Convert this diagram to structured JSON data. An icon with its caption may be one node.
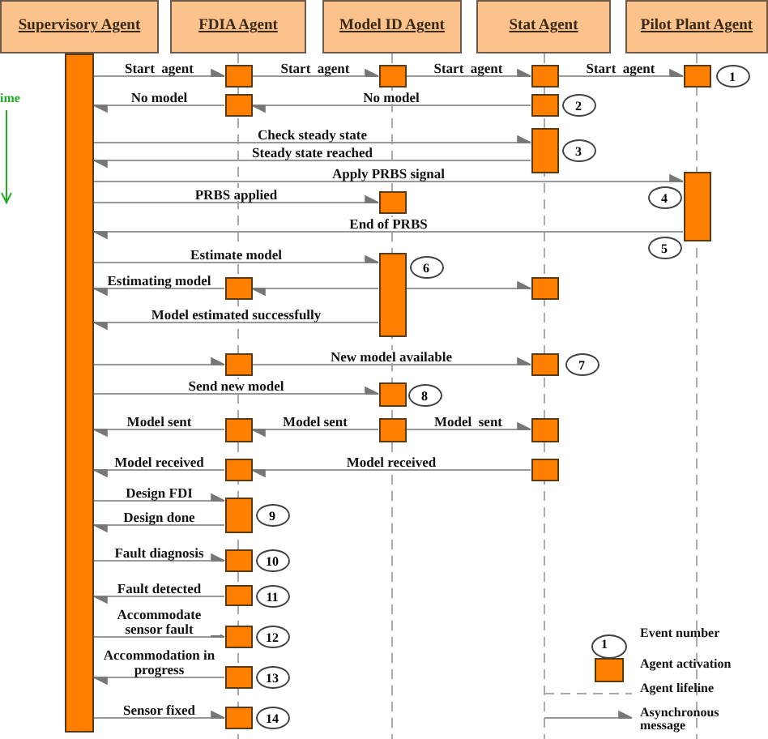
{
  "diagram": {
    "nodes": [
      {
        "text": [
          "Supervisory Agent"
        ]
      },
      {
        "text": [
          "FDIA Agent"
        ]
      },
      {
        "text": [
          "Model ID Agent"
        ]
      },
      {
        "text": [
          "Stat Agent"
        ]
      },
      {
        "text": [
          "Pilot Plant Agent"
        ]
      },
      {
        "text": [],
        "shape": "bar"
      },
      {
        "text": [],
        "shape": "bar"
      },
      {
        "text": [],
        "shape": "bar"
      },
      {
        "text": [],
        "shape": "bar"
      },
      {
        "text": [],
        "shape": "bar"
      },
      {
        "text": [
          "1"
        ]
      },
      {
        "text": [],
        "shape": "bar"
      },
      {
        "text": [],
        "shape": "bar"
      },
      {
        "text": [
          "2"
        ]
      },
      {
        "text": [],
        "shape": "bar"
      },
      {
        "text": [
          "3"
        ]
      },
      {
        "text": [],
        "shape": "bar"
      },
      {
        "text": [],
        "shape": "bar"
      },
      {
        "text": [
          "4"
        ]
      },
      {
        "text": [
          "5"
        ]
      },
      {
        "text": [],
        "shape": "bar"
      },
      {
        "text": [
          "6"
        ]
      },
      {
        "text": [],
        "shape": "bar"
      },
      {
        "text": [],
        "shape": "bar"
      },
      {
        "text": [],
        "shape": "bar"
      },
      {
        "text": [],
        "shape": "bar"
      },
      {
        "text": [
          "7"
        ]
      },
      {
        "text": [],
        "shape": "bar"
      },
      {
        "text": [
          "8"
        ]
      },
      {
        "text": [],
        "shape": "bar"
      },
      {
        "text": [],
        "shape": "bar"
      },
      {
        "text": [],
        "shape": "bar"
      },
      {
        "text": [],
        "shape": "bar"
      },
      {
        "text": [],
        "shape": "bar"
      },
      {
        "text": [],
        "shape": "bar"
      },
      {
        "text": [
          "9"
        ]
      },
      {
        "text": [],
        "shape": "bar"
      },
      {
        "text": [
          "10"
        ]
      },
      {
        "text": [],
        "shape": "bar"
      },
      {
        "text": [
          "11"
        ]
      },
      {
        "text": [],
        "shape": "bar"
      },
      {
        "text": [
          "12"
        ]
      },
      {
        "text": [],
        "shape": "bar"
      },
      {
        "text": [
          "13"
        ]
      },
      {
        "text": [],
        "shape": "bar"
      },
      {
        "text": [
          "14"
        ]
      }
    ],
    "edges": [
      {
        "from": 5,
        "to": 6,
        "arrow": "to",
        "label": "Start  agent"
      },
      {
        "from": 6,
        "to": 7,
        "arrow": "to",
        "label": "Start  agent"
      },
      {
        "from": 7,
        "to": 8,
        "arrow": "to",
        "label": "Start  agent"
      },
      {
        "from": 8,
        "to": 9,
        "arrow": "to",
        "label": "Start  agent"
      },
      {
        "from": 11,
        "to": 5,
        "arrow": "to",
        "label": "No model"
      },
      {
        "from": 12,
        "to": 11,
        "arrow": "to",
        "label": "No model"
      },
      {
        "from": 5,
        "to": 14,
        "arrow": "to",
        "label": "Check steady state"
      },
      {
        "from": 14,
        "to": 5,
        "arrow": "to",
        "label": "Steady state reached"
      },
      {
        "from": 5,
        "to": 16,
        "arrow": "to",
        "label": "Apply PRBS signal"
      },
      {
        "from": 5,
        "to": 17,
        "arrow": "to",
        "label": "PRBS applied"
      },
      {
        "from": 16,
        "to": 5,
        "arrow": "to",
        "label": "End of PRBS"
      },
      {
        "from": 5,
        "to": 20,
        "arrow": "to",
        "label": "Estimate model"
      },
      {
        "from": 22,
        "to": 5,
        "arrow": "to",
        "label": "Estimating model"
      },
      {
        "from": 20,
        "to": 22,
        "arrow": "to"
      },
      {
        "from": 20,
        "to": 23,
        "arrow": "to"
      },
      {
        "from": 20,
        "to": 5,
        "arrow": "to",
        "label": "Model estimated successfully"
      },
      {
        "from": 5,
        "to": 24,
        "arrow": "to"
      },
      {
        "from": 24,
        "to": 25,
        "arrow": "to",
        "label": "New model available"
      },
      {
        "from": 5,
        "to": 27,
        "arrow": "to",
        "label": "Send new model"
      },
      {
        "from": 29,
        "to": 5,
        "arrow": "to",
        "label": "Model sent"
      },
      {
        "from": 30,
        "to": 29,
        "arrow": "to",
        "label": "Model sent"
      },
      {
        "from": 30,
        "to": 31,
        "arrow": "to",
        "label": "Model  sent"
      },
      {
        "from": 32,
        "to": 5,
        "arrow": "to",
        "label": "Model received"
      },
      {
        "from": 33,
        "to": 32,
        "arrow": "to",
        "label": "Model received"
      },
      {
        "from": 5,
        "to": 34,
        "arrow": "to",
        "label": "Design FDI"
      },
      {
        "from": 34,
        "to": 5,
        "arrow": "to",
        "label": "Design done"
      },
      {
        "from": 5,
        "to": 36,
        "arrow": "to",
        "label": "Fault diagnosis"
      },
      {
        "from": 38,
        "to": 5,
        "arrow": "to",
        "label": "Fault detected"
      },
      {
        "from": 5,
        "to": 40,
        "arrow": "to",
        "label": "Accommodate sensor fault"
      },
      {
        "from": 42,
        "to": 5,
        "arrow": "to",
        "label": "Accommodation in progress"
      },
      {
        "from": 5,
        "to": 44,
        "arrow": "to",
        "label": "Sensor fixed"
      }
    ],
    "labels": [
      "ime",
      "1"
    ],
    "legend": [
      {
        "text": "Event number"
      },
      {
        "text": "Agent activation",
        "color": "#ff8000"
      },
      {
        "text": "Agent lifeline"
      },
      {
        "text": "Asynchronous message"
      }
    ]
  }
}
